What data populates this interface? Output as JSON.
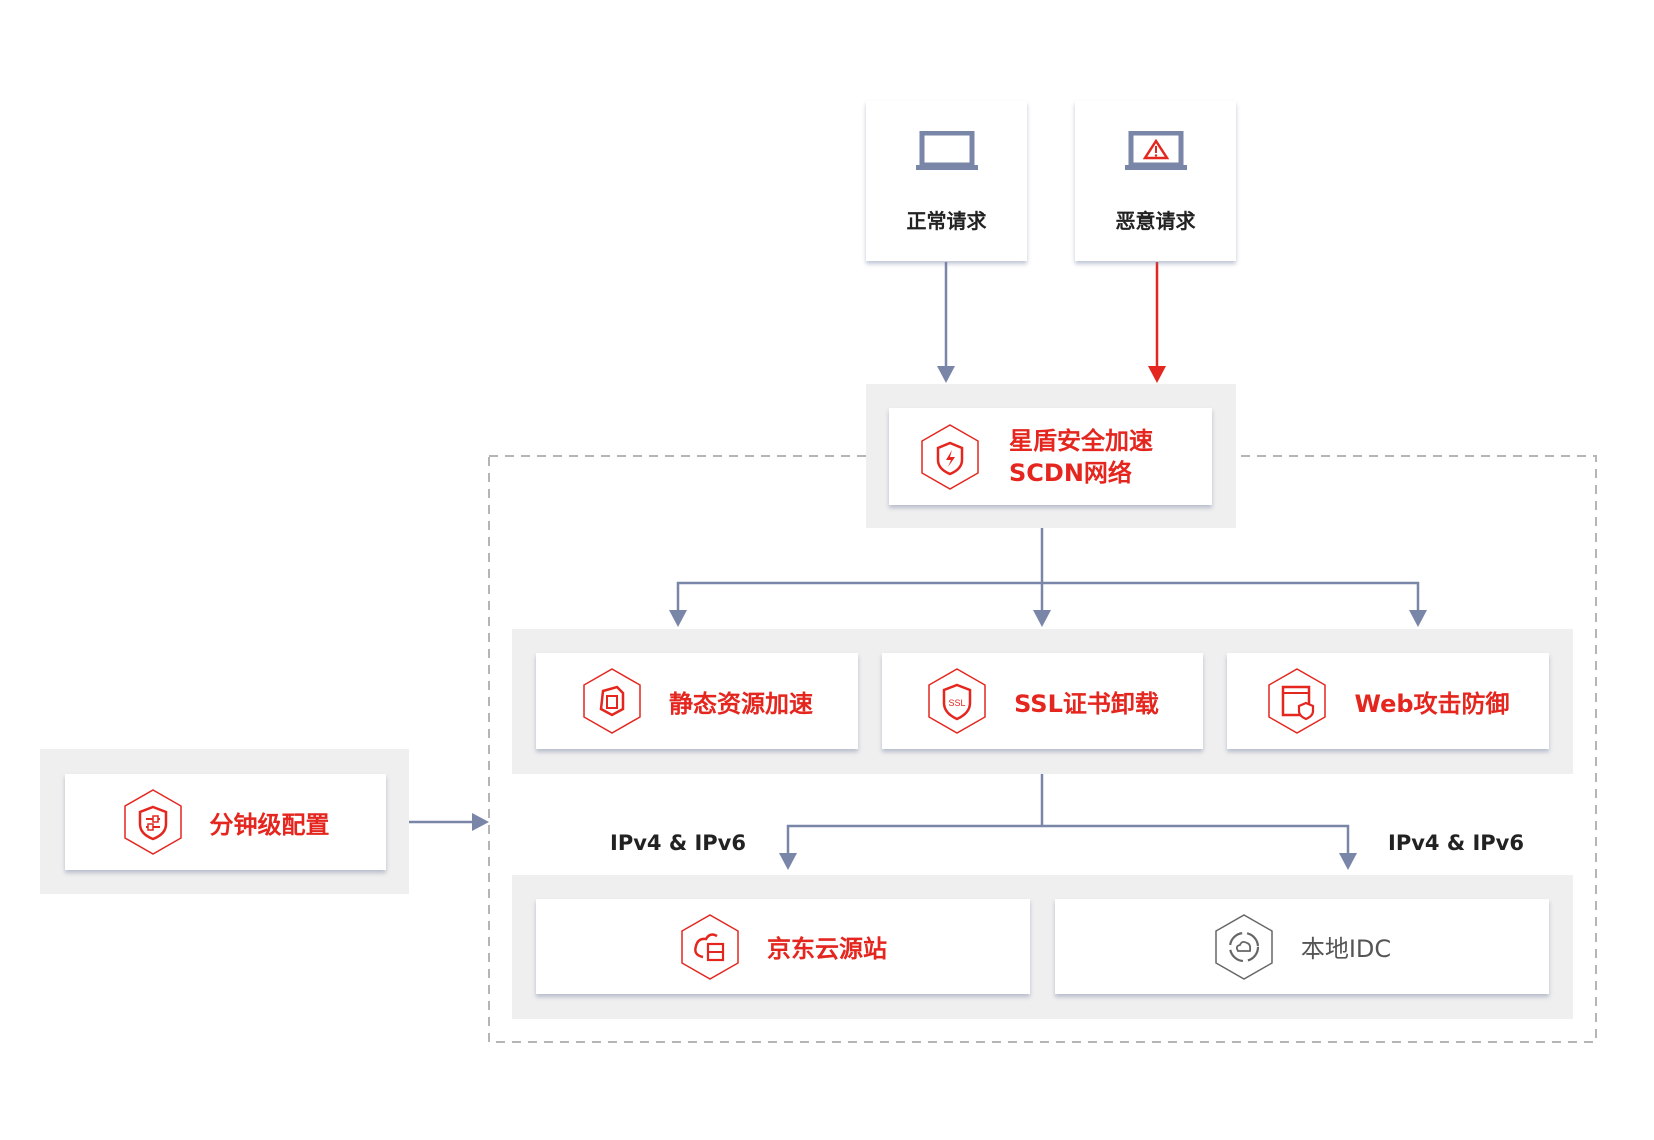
{
  "colors": {
    "accent": "#e4261f",
    "arrow": "#7a86a8",
    "panel": "#efefef",
    "dashed": "#b5b5b5"
  },
  "requests": [
    {
      "label": "正常请求",
      "icon": "laptop-icon"
    },
    {
      "label": "恶意请求",
      "icon": "laptop-warning-icon"
    }
  ],
  "scdn": {
    "line1": "星盾安全加速",
    "line2": "SCDN网络",
    "icon": "shield-lightning-icon"
  },
  "features": [
    {
      "label": "静态资源加速",
      "icon": "static-resource-icon"
    },
    {
      "label": "SSL证书卸载",
      "icon": "ssl-shield-icon"
    },
    {
      "label": "Web攻击防御",
      "icon": "web-shield-icon"
    }
  ],
  "origins": [
    {
      "label": "京东云源站",
      "icon": "cloud-server-icon"
    },
    {
      "label": "本地IDC",
      "icon": "local-idc-icon"
    }
  ],
  "protocol_labels": [
    "IPv4 & IPv6",
    "IPv4 & IPv6"
  ],
  "config": {
    "label": "分钟级配置",
    "icon": "config-shield-icon"
  }
}
